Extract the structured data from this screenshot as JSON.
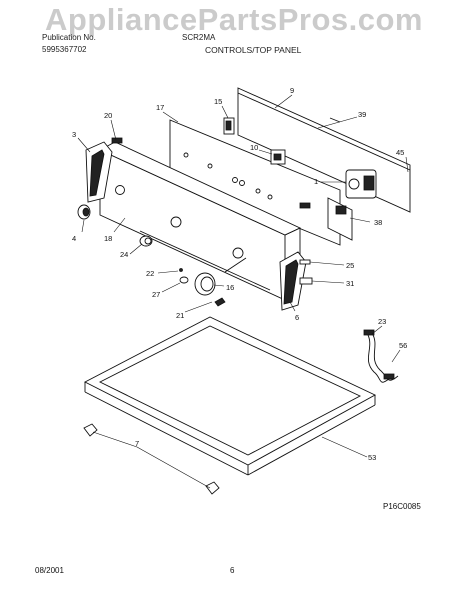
{
  "watermark": "AppliancePartsPros.com",
  "header": {
    "left_line1": "Publication No.",
    "left_line2": "5995367702",
    "mid_line1": "SCR2MA",
    "title": "CONTROLS/TOP PANEL"
  },
  "callouts": [
    "9",
    "39",
    "15",
    "17",
    "20",
    "3",
    "10",
    "45",
    "1",
    "4",
    "18",
    "24",
    "38",
    "22",
    "27",
    "16",
    "25",
    "31",
    "21",
    "6",
    "23",
    "56",
    "7",
    "53"
  ],
  "figure_id": "P16C0085",
  "footer": {
    "date": "08/2001",
    "page": "6"
  }
}
